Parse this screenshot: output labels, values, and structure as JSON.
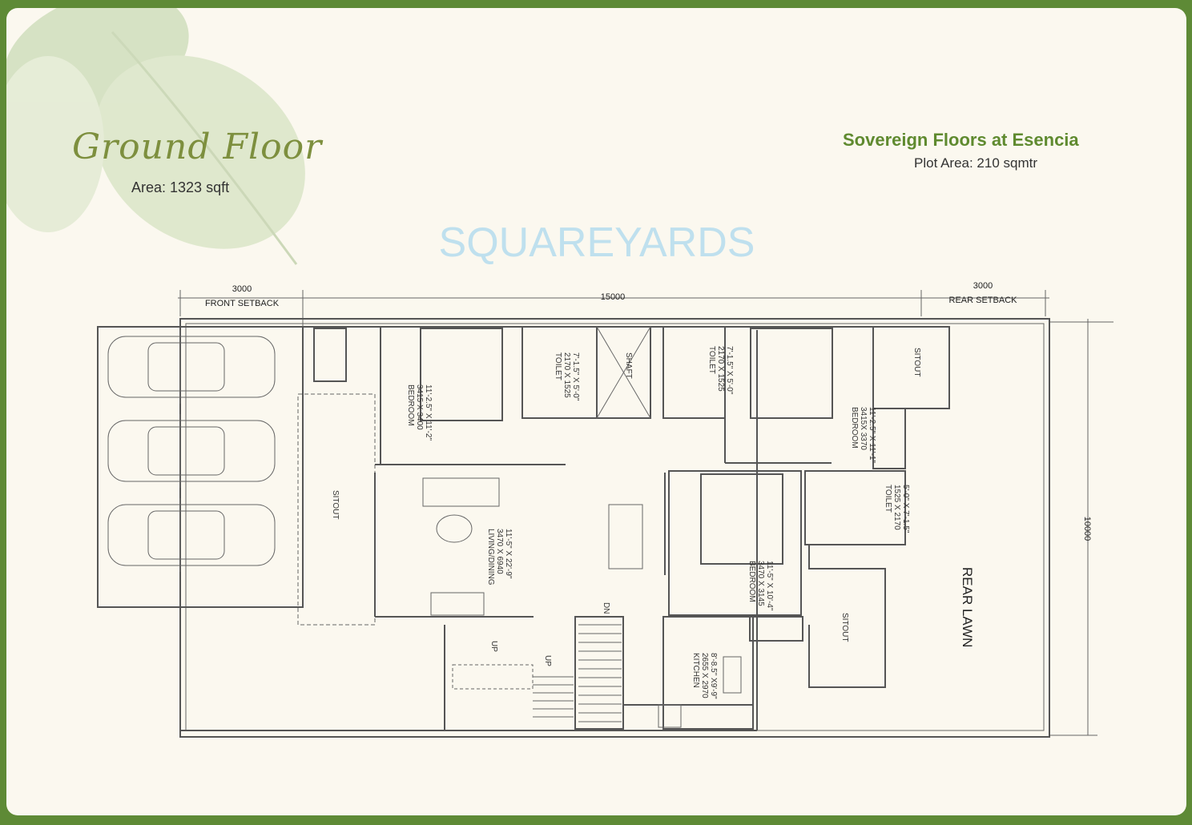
{
  "header": {
    "floor_title": "Ground Floor",
    "floor_area": "Area: 1323 sqft",
    "project_name": "Sovereign Floors at Esencia",
    "plot_area": "Plot Area: 210 sqmtr"
  },
  "colors": {
    "frame": "#5e8a36",
    "title_green": "#5f8a2f",
    "background": "#fbf8ef"
  },
  "watermark": "SQUAREYARDS",
  "dimensions": {
    "front_setback_value": "3000",
    "front_setback_label": "FRONT SETBACK",
    "overall_length": "15000",
    "rear_setback_value": "3000",
    "rear_setback_label": "REAR SETBACK",
    "overall_width": "10000"
  },
  "rooms": {
    "bedroom1": {
      "name": "BEDROOM",
      "metric": "3415 X 3400",
      "imperial": "11'-2.5\" X 11'-2\""
    },
    "toilet1": {
      "name": "TOILET",
      "metric": "2170 X 1525",
      "imperial": "7'-1.5\" X 5'-0\""
    },
    "shaft": {
      "name": "SHAFT"
    },
    "toilet2": {
      "name": "TOILET",
      "metric": "2170 X 1525",
      "imperial": "7'-1.5\" X 5'-0\""
    },
    "bedroom2": {
      "name": "BEDROOM",
      "metric": "3415X 3370",
      "imperial": "11'-2.5\" X 11'-1\""
    },
    "sitout_top": {
      "name": "SITOUT"
    },
    "toilet3": {
      "name": "TOILET",
      "metric": "1525 X 2170",
      "imperial": "5'-0\" X 7'-1.5\""
    },
    "sitout_left": {
      "name": "SITOUT"
    },
    "living": {
      "name": "LIVING/DINING",
      "metric": "3470 X 6940",
      "imperial": "11'-5\" X 22'-9\""
    },
    "bedroom3": {
      "name": "BEDROOM",
      "metric": "3470 X 3145",
      "imperial": "11'-5\" X 10'-4\""
    },
    "kitchen": {
      "name": "KITCHEN",
      "metric": "2655 X 2970",
      "imperial": "8'-8.5\" X9'-9\""
    },
    "sitout_right": {
      "name": "SITOUT"
    },
    "rear_lawn": {
      "name": "REAR LAWN"
    }
  },
  "stairs": {
    "down": "DN",
    "up1": "UP",
    "up2": "UP"
  }
}
